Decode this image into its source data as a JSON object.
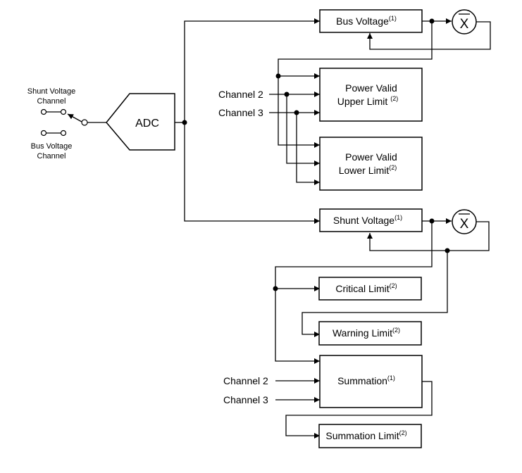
{
  "adc": {
    "label": "ADC"
  },
  "switch": {
    "shunt_label_line1": "Shunt Voltage",
    "shunt_label_line2": "Channel",
    "bus_label_line1": "Bus Voltage",
    "bus_label_line2": "Channel"
  },
  "blocks": {
    "bus_voltage": {
      "label": "Bus Voltage",
      "note": "(1)"
    },
    "power_valid_upper": {
      "line1": "Power Valid",
      "line2": "Upper Limit",
      "note": "(2)"
    },
    "power_valid_lower": {
      "line1": "Power Valid",
      "line2": "Lower Limit",
      "note": "(2)"
    },
    "shunt_voltage": {
      "label": "Shunt Voltage",
      "note": "(1)"
    },
    "critical_limit": {
      "label": "Critical Limit",
      "note": "(2)"
    },
    "warning_limit": {
      "label": "Warning Limit",
      "note": "(2)"
    },
    "summation": {
      "label": "Summation",
      "note": "(1)"
    },
    "summation_limit": {
      "label": "Summation Limit",
      "note": "(2)"
    }
  },
  "averager": {
    "symbol": "X"
  },
  "inputs": {
    "pv_channel2": "Channel 2",
    "pv_channel3": "Channel 3",
    "sum_channel2": "Channel 2",
    "sum_channel3": "Channel 3"
  }
}
